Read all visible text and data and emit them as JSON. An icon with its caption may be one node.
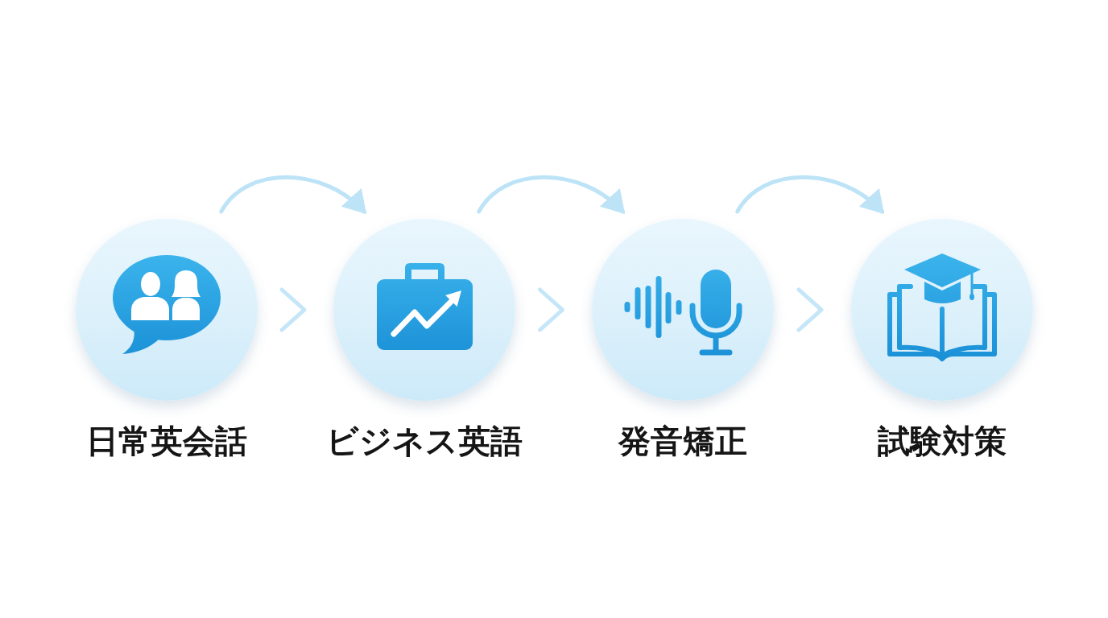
{
  "diagram": {
    "nodes": [
      {
        "text": [
          "日常英会話"
        ]
      },
      {
        "text": [
          "ビジネス英語"
        ]
      },
      {
        "text": [
          "発音矯正"
        ]
      },
      {
        "text": [
          "試験対策"
        ]
      }
    ],
    "edges": [
      {
        "from": 0,
        "to": 1,
        "arrow": "to"
      },
      {
        "from": 1,
        "to": 2,
        "arrow": "to"
      },
      {
        "from": 2,
        "to": 3,
        "arrow": "to"
      },
      {
        "from": 0,
        "to": 1,
        "arrow": "to"
      },
      {
        "from": 1,
        "to": 2,
        "arrow": "to"
      },
      {
        "from": 2,
        "to": 3,
        "arrow": "to"
      }
    ]
  }
}
